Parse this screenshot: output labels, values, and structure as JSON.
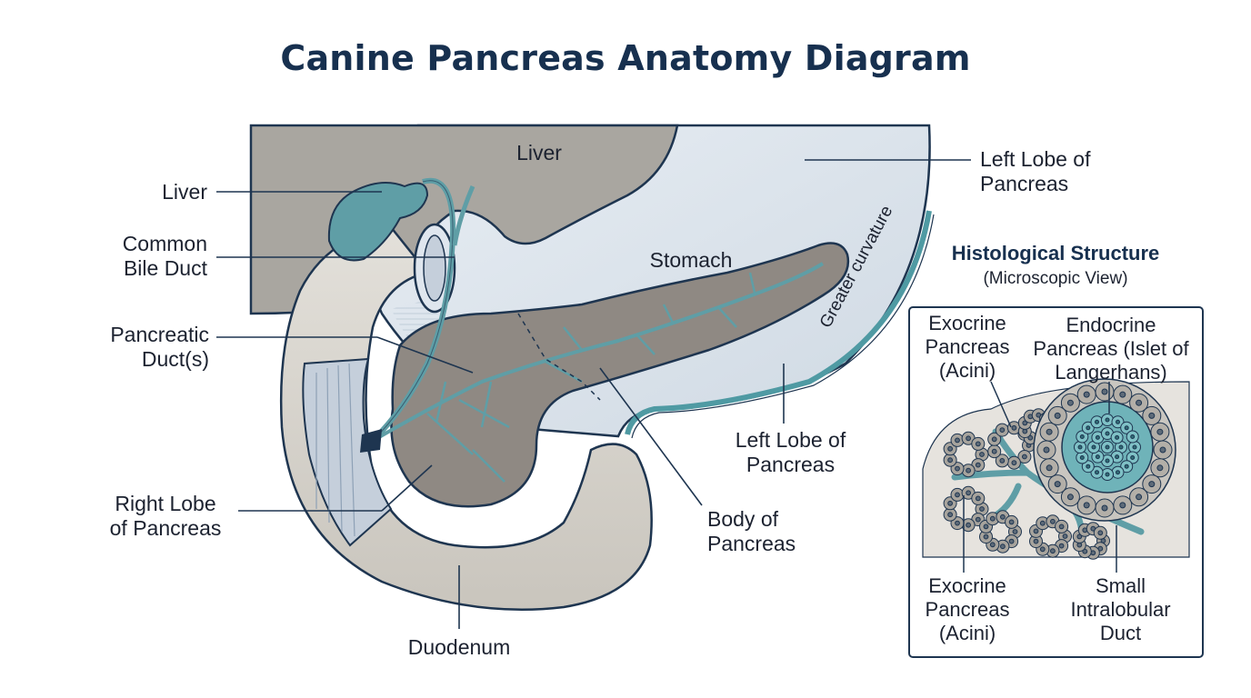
{
  "title": "Canine Pancreas Anatomy Diagram",
  "organ_labels": {
    "liver_inside": "Liver",
    "stomach": "Stomach",
    "greater_curvature": "Greater curvature"
  },
  "callouts": {
    "liver": "Liver",
    "common_bile_duct": [
      "Common",
      "Bile Duct"
    ],
    "pancreatic_ducts": [
      "Pancreatic",
      "Duct(s)"
    ],
    "right_lobe": [
      "Right Lobe",
      "of Pancreas"
    ],
    "duodenum": "Duodenum",
    "left_lobe_top": [
      "Left Lobe of",
      "Pancreas"
    ],
    "left_lobe_mid": [
      "Left Lobe of",
      "Pancreas"
    ],
    "body": [
      "Body of",
      "Pancreas"
    ]
  },
  "histology": {
    "title": "Histological Structure",
    "subtitle": "(Microscopic View)",
    "exocrine_top": [
      "Exocrine",
      "Pancreas",
      "(Acini)"
    ],
    "endocrine": [
      "Endocrine",
      "Pancreas (Islet of",
      "Langerhans)"
    ],
    "exocrine_bottom": [
      "Exocrine",
      "Pancreas",
      "(Acini)"
    ],
    "duct": [
      "Small",
      "Intralobular",
      "Duct"
    ]
  },
  "colors": {
    "title": "#17304f",
    "outline": "#1e3550",
    "liver": "#a9a6a0",
    "stomach": "#dfe6ee",
    "pancreas": "#8f8983",
    "duct": "#5f9ea6",
    "duodenum": "#d5d2cb",
    "islet": "#6fb3b9"
  }
}
